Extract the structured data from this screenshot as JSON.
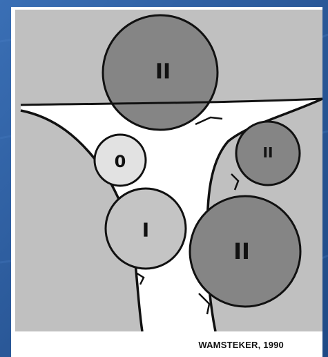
{
  "colors": {
    "slide_background": "#2f5fa0",
    "panel": "#ffffff",
    "figure_background": "#c0c0c0",
    "cavity": "#ffffff",
    "grade_0_fill": "#e2e2e2",
    "grade_I_fill": "#c4c4c4",
    "grade_II_fill": "#858585",
    "outline": "#111111"
  },
  "labels": {
    "top_fibroid": "II",
    "left_small_fibroid": "0",
    "right_upper_fibroid": "II",
    "left_middle_fibroid": "I",
    "right_large_fibroid": "II"
  },
  "credit": "WAMSTEKER, 1990"
}
